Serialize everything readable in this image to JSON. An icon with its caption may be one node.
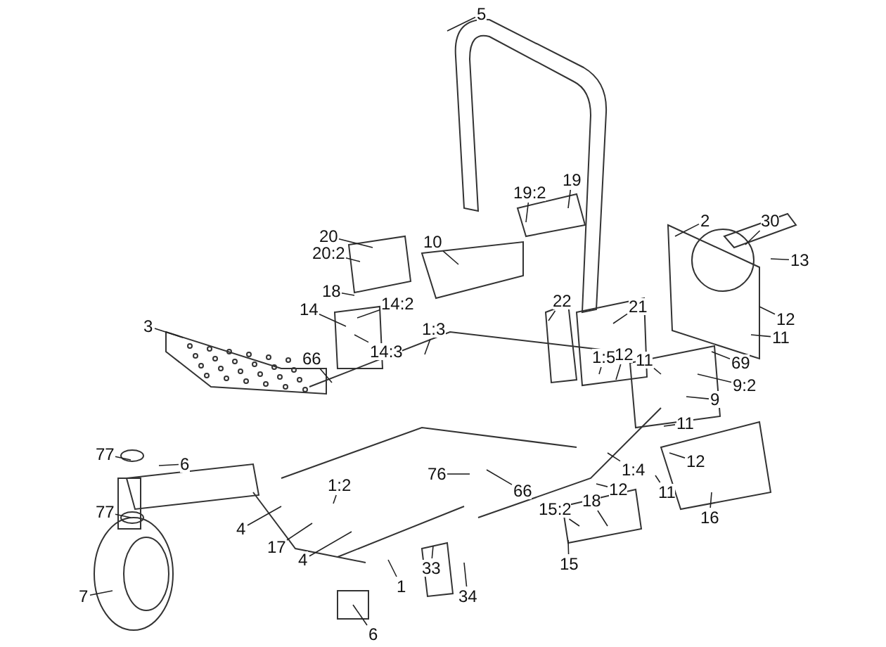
{
  "diagram": {
    "nodes": [
      {
        "text": [
          "5"
        ]
      },
      {
        "text": [
          "2"
        ]
      },
      {
        "text": [
          "30"
        ]
      },
      {
        "text": [
          "19:2"
        ]
      },
      {
        "text": [
          "19"
        ]
      },
      {
        "text": [
          "13"
        ]
      },
      {
        "text": [
          "20"
        ]
      },
      {
        "text": [
          "10"
        ]
      },
      {
        "text": [
          "20:2"
        ]
      },
      {
        "text": [
          "18"
        ]
      },
      {
        "text": [
          "14:2"
        ]
      },
      {
        "text": [
          "14"
        ]
      },
      {
        "text": [
          "22"
        ]
      },
      {
        "text": [
          "21"
        ]
      },
      {
        "text": [
          "12"
        ]
      },
      {
        "text": [
          "3"
        ]
      },
      {
        "text": [
          "1:3"
        ]
      },
      {
        "text": [
          "11"
        ]
      },
      {
        "text": [
          "14:3"
        ]
      },
      {
        "text": [
          "66"
        ]
      },
      {
        "text": [
          "1:5"
        ]
      },
      {
        "text": [
          "12"
        ]
      },
      {
        "text": [
          "11"
        ]
      },
      {
        "text": [
          "69"
        ]
      },
      {
        "text": [
          "9:2"
        ]
      },
      {
        "text": [
          "9"
        ]
      },
      {
        "text": [
          "11"
        ]
      },
      {
        "text": [
          "77"
        ]
      },
      {
        "text": [
          "6"
        ]
      },
      {
        "text": [
          "12"
        ]
      },
      {
        "text": [
          "76"
        ]
      },
      {
        "text": [
          "1:4"
        ]
      },
      {
        "text": [
          "1:2"
        ]
      },
      {
        "text": [
          "12"
        ]
      },
      {
        "text": [
          "66"
        ]
      },
      {
        "text": [
          "11"
        ]
      },
      {
        "text": [
          "18"
        ]
      },
      {
        "text": [
          "15:2"
        ]
      },
      {
        "text": [
          "16"
        ]
      },
      {
        "text": [
          "77"
        ]
      },
      {
        "text": [
          "4"
        ]
      },
      {
        "text": [
          "17"
        ]
      },
      {
        "text": [
          "4"
        ]
      },
      {
        "text": [
          "15"
        ]
      },
      {
        "text": [
          "33"
        ]
      },
      {
        "text": [
          "1"
        ]
      },
      {
        "text": [
          "7"
        ]
      },
      {
        "text": [
          "34"
        ]
      },
      {
        "text": [
          "6"
        ]
      }
    ],
    "edges": [
      {
        "from": 0,
        "to": null,
        "arrow": "none"
      },
      {
        "from": 1,
        "to": null,
        "arrow": "none"
      },
      {
        "from": 2,
        "to": null,
        "arrow": "none"
      },
      {
        "from": 3,
        "to": null,
        "arrow": "none"
      },
      {
        "from": 4,
        "to": null,
        "arrow": "none"
      },
      {
        "from": 5,
        "to": null,
        "arrow": "none"
      },
      {
        "from": 6,
        "to": null,
        "arrow": "none"
      },
      {
        "from": 7,
        "to": null,
        "arrow": "none"
      },
      {
        "from": 8,
        "to": null,
        "arrow": "none"
      },
      {
        "from": 9,
        "to": null,
        "arrow": "none"
      },
      {
        "from": 10,
        "to": null,
        "arrow": "none"
      },
      {
        "from": 11,
        "to": null,
        "arrow": "none"
      },
      {
        "from": 12,
        "to": null,
        "arrow": "none"
      },
      {
        "from": 13,
        "to": null,
        "arrow": "none"
      },
      {
        "from": 14,
        "to": null,
        "arrow": "none"
      },
      {
        "from": 15,
        "to": null,
        "arrow": "none"
      },
      {
        "from": 16,
        "to": null,
        "arrow": "none"
      },
      {
        "from": 17,
        "to": null,
        "arrow": "none"
      },
      {
        "from": 18,
        "to": null,
        "arrow": "none"
      },
      {
        "from": 19,
        "to": null,
        "arrow": "none"
      },
      {
        "from": 20,
        "to": null,
        "arrow": "none"
      },
      {
        "from": 21,
        "to": null,
        "arrow": "none"
      },
      {
        "from": 22,
        "to": null,
        "arrow": "none"
      },
      {
        "from": 23,
        "to": null,
        "arrow": "none"
      },
      {
        "from": 24,
        "to": null,
        "arrow": "none"
      },
      {
        "from": 25,
        "to": null,
        "arrow": "none"
      },
      {
        "from": 26,
        "to": null,
        "arrow": "none"
      },
      {
        "from": 27,
        "to": null,
        "arrow": "none"
      },
      {
        "from": 28,
        "to": null,
        "arrow": "none"
      },
      {
        "from": 29,
        "to": null,
        "arrow": "none"
      },
      {
        "from": 30,
        "to": null,
        "arrow": "none"
      },
      {
        "from": 31,
        "to": null,
        "arrow": "none"
      },
      {
        "from": 32,
        "to": null,
        "arrow": "none"
      },
      {
        "from": 33,
        "to": null,
        "arrow": "none"
      },
      {
        "from": 34,
        "to": null,
        "arrow": "none"
      },
      {
        "from": 35,
        "to": null,
        "arrow": "none"
      },
      {
        "from": 36,
        "to": null,
        "arrow": "none"
      },
      {
        "from": 37,
        "to": null,
        "arrow": "none"
      },
      {
        "from": 38,
        "to": null,
        "arrow": "none"
      },
      {
        "from": 39,
        "to": null,
        "arrow": "none"
      },
      {
        "from": 40,
        "to": null,
        "arrow": "none"
      },
      {
        "from": 41,
        "to": null,
        "arrow": "none"
      },
      {
        "from": 42,
        "to": null,
        "arrow": "none"
      },
      {
        "from": 43,
        "to": null,
        "arrow": "none"
      },
      {
        "from": 44,
        "to": null,
        "arrow": "none"
      },
      {
        "from": 45,
        "to": null,
        "arrow": "none"
      },
      {
        "from": 46,
        "to": null,
        "arrow": "none"
      },
      {
        "from": 47,
        "to": null,
        "arrow": "none"
      },
      {
        "from": 48,
        "to": null,
        "arrow": "none"
      }
    ]
  }
}
